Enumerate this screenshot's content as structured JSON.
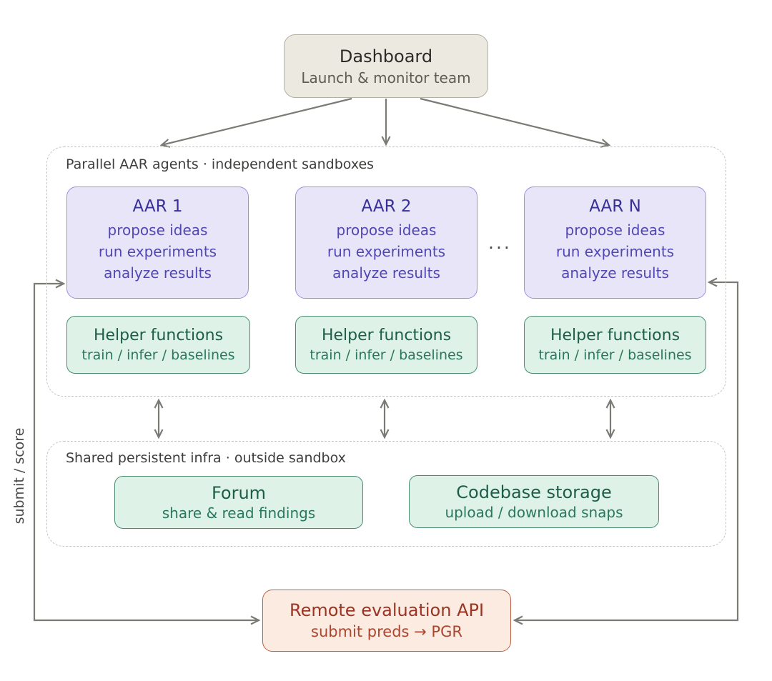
{
  "diagram": {
    "dashboard": {
      "title": "Dashboard",
      "subtitle": "Launch & monitor team"
    },
    "sandbox": {
      "label": "Parallel AAR agents · independent sandboxes",
      "agents": [
        {
          "title": "AAR 1",
          "lines": [
            "propose ideas",
            "run experiments",
            "analyze results"
          ]
        },
        {
          "title": "AAR 2",
          "lines": [
            "propose ideas",
            "run experiments",
            "analyze results"
          ]
        },
        {
          "title": "AAR N",
          "lines": [
            "propose ideas",
            "run experiments",
            "analyze results"
          ]
        }
      ],
      "ellipsis": "···",
      "helpers": [
        {
          "title": "Helper functions",
          "subtitle": "train / infer / baselines"
        },
        {
          "title": "Helper functions",
          "subtitle": "train / infer / baselines"
        },
        {
          "title": "Helper functions",
          "subtitle": "train / infer / baselines"
        }
      ]
    },
    "infra": {
      "label": "Shared persistent infra · outside sandbox",
      "forum": {
        "title": "Forum",
        "subtitle": "share & read findings"
      },
      "codebase": {
        "title": "Codebase storage",
        "subtitle": "upload / download snaps"
      }
    },
    "api": {
      "title": "Remote evaluation API",
      "subtitle": "submit preds → PGR"
    },
    "left_axis_label": "submit / score",
    "colors": {
      "agent_fill": "#E9E5F9",
      "agent_border": "#9B91DA",
      "agent_title": "#37309A",
      "agent_text": "#5147B2",
      "green_fill": "#DFF2E8",
      "green_border": "#4A8C73",
      "green_title": "#1D5E49",
      "green_text": "#28785E",
      "dashboard_fill": "#ECE9E0",
      "dashboard_border": "#B3AFA2",
      "api_fill": "#FBEBE1",
      "api_border": "#BE6049",
      "api_title": "#9C3424",
      "api_text": "#AC4631",
      "connector": "#7B7B75",
      "dashed_border": "#C3C3C3"
    }
  }
}
